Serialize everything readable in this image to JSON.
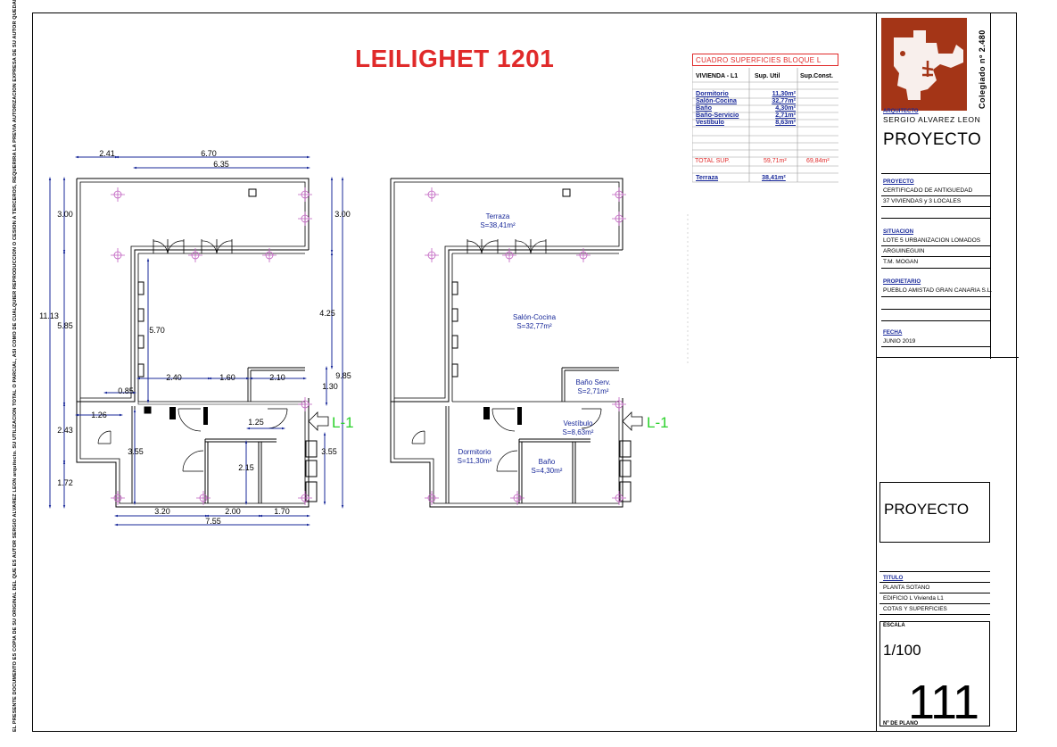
{
  "header": {
    "title": "LEILIGHET 1201"
  },
  "side_text": "EL PRESENTE DOCUMENTO ES COPIA DE SU ORIGINAL DEL QUE ES AUTOR SERGIO ALVAREZ LEON arquitecto. SU UTILIZACION TOTAL O PARCIAL, ASI COMO DE CUALQUIER REPRODUCCION O CESION A TERCEROS, REQUERIRA LA PREVIA AUTORIZACION EXPRESA DE SU AUTOR QUEDANDO EN TODO CASO PROHIBIDA CUALQUIER MODIFICACION UNILATERAL DEL MISMO.",
  "plan_dimensions": {
    "d241": "2.41",
    "d670": "6.70",
    "d635": "6.35",
    "d300l": "3.00",
    "d300r": "3.00",
    "d1113": "11.13",
    "d585": "5.85",
    "d570": "5.70",
    "d425": "4.25",
    "d985": "9.85",
    "d130": "1.30",
    "d240": "2.40",
    "d160": "1.60",
    "d210": "2.10",
    "d085": "0.85",
    "d126": "1.26",
    "d125": "1.25",
    "d243": "2.43",
    "d355l": "3.55",
    "d355r": "3.55",
    "d215": "2.15",
    "d172": "1.72",
    "d320": "3.20",
    "d200": "2.00",
    "d170": "1.70",
    "d755": "7.55"
  },
  "entry_marker": "L-1",
  "plan_rooms": {
    "terraza": "Terraza",
    "terraza_area": "S=38,41m²",
    "salon": "Salón-Cocina",
    "salon_area": "S=32,77m²",
    "bano_serv": "Baño Serv.",
    "bano_serv_area": "S=2,71m²",
    "vestibulo": "Vestíbulo",
    "vestibulo_area": "S=8,63m²",
    "dormitorio": "Dormitorio",
    "dormitorio_area": "S=11,30m²",
    "bano": "Baño",
    "bano_area": "S=4,30m²"
  },
  "area_table": {
    "title": "CUADRO SUPERFICIES BLOQUE L",
    "col1": "VIVIENDA  -  L1",
    "col2": "Sup. Util",
    "col3": "Sup.Const.",
    "rows": [
      {
        "label": "Dormitorio",
        "value": "11,30m²"
      },
      {
        "label": "Salón-Cocina",
        "value": "32,77m²"
      },
      {
        "label": "Baño",
        "value": "4,30m²"
      },
      {
        "label": "Baño-Servicio",
        "value": "2,71m²"
      },
      {
        "label": "Vestíbulo",
        "value": "8,63m²"
      }
    ],
    "total_label": "TOTAL SUP.",
    "total_util": "59,71m²",
    "total_const": "69,84m²",
    "terraza_label": "Terraza",
    "terraza_value": "38,41m²"
  },
  "title_block": {
    "colegiado": "Colegiado  nº  2.480",
    "arquitecto_label": "ARQUITECTO",
    "arquitecto_name": "SERGIO  ALVAREZ  LEON",
    "proyecto_big": "PROYECTO",
    "proyecto_label": "PROYECTO",
    "proyecto_l1": "CERTIFICADO  DE  ANTIGUEDAD",
    "proyecto_l2": "37  VIVIENDAS  y  3  LOCALES",
    "situacion_label": "SITUACION",
    "situacion_l1": "LOTE  5  URBANIZACION  LOMADOS",
    "situacion_l2": "ARGUINEGUIN",
    "situacion_l3": "T.M.  MOGAN",
    "propietario_label": "PROPIETARIO",
    "propietario_l1": "PUEBLO  AMISTAD  GRAN  CANARIA  S.L.",
    "fecha_label": "FECHA",
    "fecha_value": "JUNIO  2019",
    "stamp_text": "PROYECTO",
    "titulo_label": "TITULO",
    "titulo_l1": "PLANTA SOTANO",
    "titulo_l2": "EDIFICIO L Vivienda L1",
    "titulo_l3": "COTAS Y SUPERFICIES",
    "escala_label": "ESCALA",
    "escala_value": "1/100",
    "plano_number": "111",
    "plano_label": "Nº  DE  PLANO"
  },
  "colors": {
    "title_red": "#e02a2a",
    "dim_blue": "#1a2a9a",
    "logo_brown": "#a43517",
    "marker_green": "#2bd12b",
    "column_magenta": "#c060c0"
  }
}
